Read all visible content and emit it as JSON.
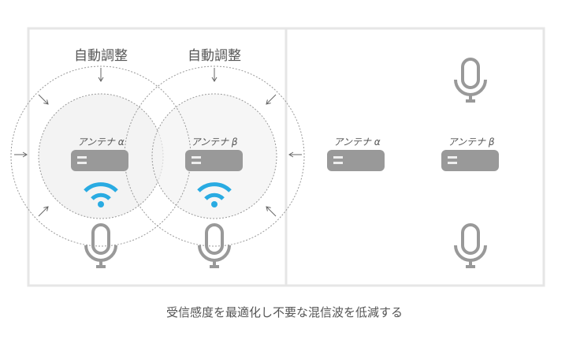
{
  "left_panel": {
    "auto_labels": [
      "自動調整",
      "自動調整"
    ],
    "antennas": [
      "アンテナ α",
      "アンテナ β"
    ]
  },
  "right_panel": {
    "antennas": [
      "アンテナ α",
      "アンテナ β"
    ]
  },
  "caption": "受信感度を最適化し不要な混信波を低減する",
  "colors": {
    "wifi": "#29abe2",
    "device": "#999999",
    "border": "#e6e6e6",
    "zone": "#f2f2f2"
  }
}
